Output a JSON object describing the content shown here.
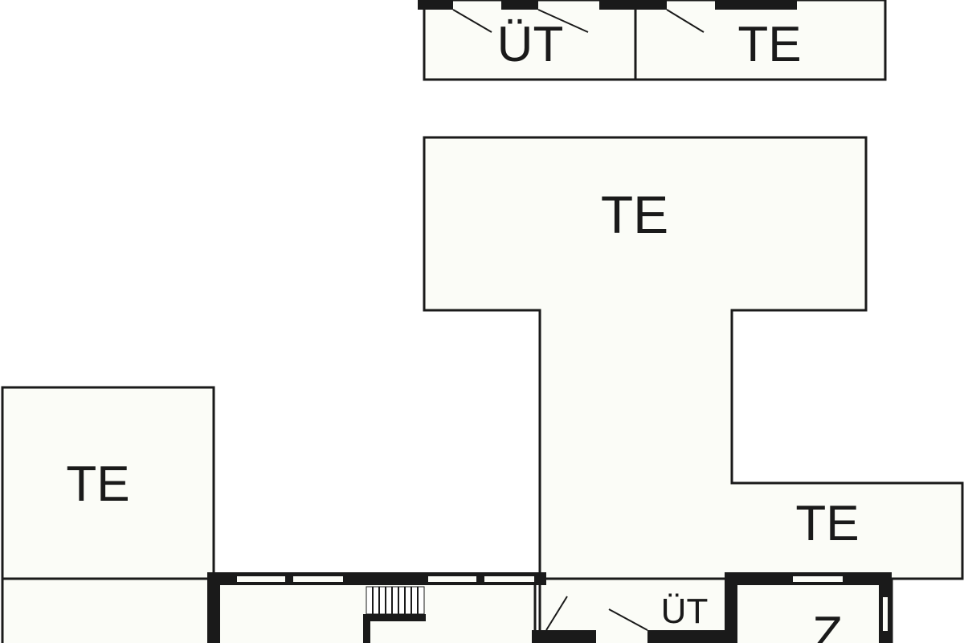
{
  "rooms": {
    "top_left_label": "ÜT",
    "top_right_label": "TE",
    "t_shape_label": "TE",
    "left_square_label": "TE",
    "right_annex_label": "TE",
    "bottom_mid_label": "ÜT",
    "bottom_right_label": "Z"
  },
  "colors": {
    "room_fill": "#fbfcf7",
    "wall": "#1a1a1a",
    "background": "#ffffff"
  }
}
